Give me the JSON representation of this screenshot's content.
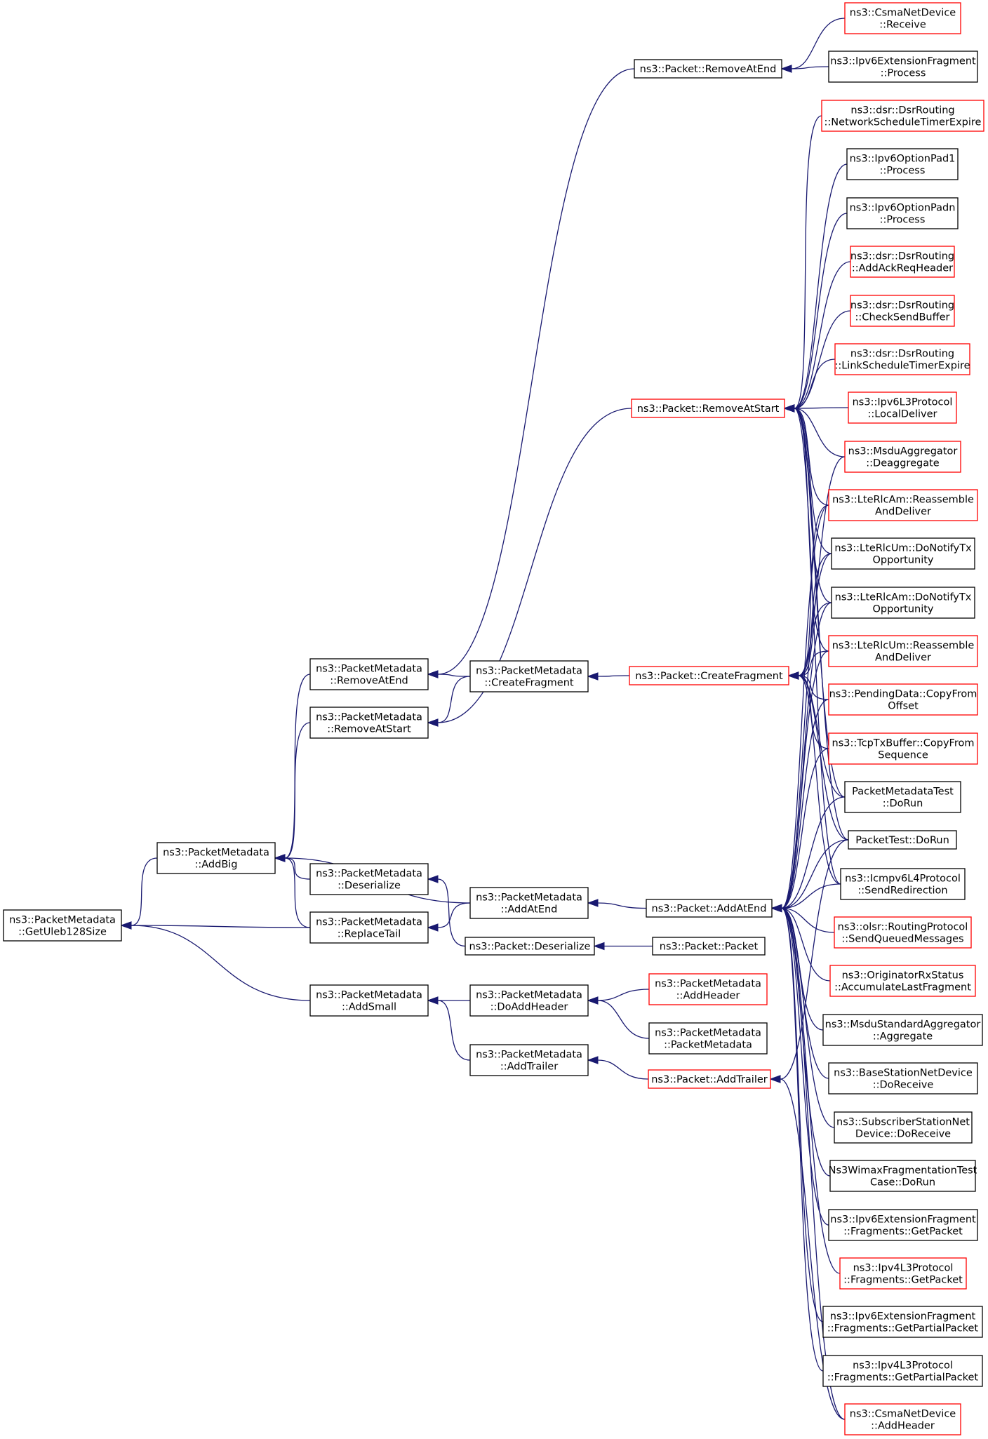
{
  "colors": {
    "edge": "#191970",
    "documented_border": "#000000",
    "undocumented_border": "#ff0000",
    "focus_fill": "#bfbfbf"
  },
  "graph": {
    "nodes": [
      {
        "id": "getuleb",
        "lines": [
          "ns3::PacketMetadata",
          "::GetUleb128Size"
        ],
        "style": "focus"
      },
      {
        "id": "addbig",
        "lines": [
          "ns3::PacketMetadata",
          "::AddBig"
        ],
        "style": "black"
      },
      {
        "id": "addsmall",
        "lines": [
          "ns3::PacketMetadata",
          "::AddSmall"
        ],
        "style": "black"
      },
      {
        "id": "replacetail",
        "lines": [
          "ns3::PacketMetadata",
          "::ReplaceTail"
        ],
        "style": "black"
      },
      {
        "id": "pm_deserialize",
        "lines": [
          "ns3::PacketMetadata",
          "::Deserialize"
        ],
        "style": "black"
      },
      {
        "id": "pm_removeatend",
        "lines": [
          "ns3::PacketMetadata",
          "::RemoveAtEnd"
        ],
        "style": "black"
      },
      {
        "id": "pm_removeatstart",
        "lines": [
          "ns3::PacketMetadata",
          "::RemoveAtStart"
        ],
        "style": "black"
      },
      {
        "id": "pm_createfragment",
        "lines": [
          "ns3::PacketMetadata",
          "::CreateFragment"
        ],
        "style": "black"
      },
      {
        "id": "pm_addatend",
        "lines": [
          "ns3::PacketMetadata",
          "::AddAtEnd"
        ],
        "style": "black"
      },
      {
        "id": "p_deserialize",
        "lines": [
          "ns3::Packet::Deserialize"
        ],
        "style": "black"
      },
      {
        "id": "pm_doaddheader",
        "lines": [
          "ns3::PacketMetadata",
          "::DoAddHeader"
        ],
        "style": "black"
      },
      {
        "id": "pm_addtrailer",
        "lines": [
          "ns3::PacketMetadata",
          "::AddTrailer"
        ],
        "style": "black"
      },
      {
        "id": "p_removeatend",
        "lines": [
          "ns3::Packet::RemoveAtEnd"
        ],
        "style": "black"
      },
      {
        "id": "p_removeatstart",
        "lines": [
          "ns3::Packet::RemoveAtStart"
        ],
        "style": "red"
      },
      {
        "id": "p_createfragment",
        "lines": [
          "ns3::Packet::CreateFragment"
        ],
        "style": "red"
      },
      {
        "id": "p_addatend",
        "lines": [
          "ns3::Packet::AddAtEnd"
        ],
        "style": "black"
      },
      {
        "id": "p_packet",
        "lines": [
          "ns3::Packet::Packet"
        ],
        "style": "black"
      },
      {
        "id": "pm_addheader",
        "lines": [
          "ns3::PacketMetadata",
          "::AddHeader"
        ],
        "style": "red"
      },
      {
        "id": "pm_packetmetadata",
        "lines": [
          "ns3::PacketMetadata",
          "::PacketMetadata"
        ],
        "style": "black"
      },
      {
        "id": "p_addtrailer",
        "lines": [
          "ns3::Packet::AddTrailer"
        ],
        "style": "red"
      },
      {
        "id": "csma_receive",
        "lines": [
          "ns3::CsmaNetDevice",
          "::Receive"
        ],
        "style": "red"
      },
      {
        "id": "ipv6frag_process",
        "lines": [
          "ns3::Ipv6ExtensionFragment",
          "::Process"
        ],
        "style": "black"
      },
      {
        "id": "dsr_netsched",
        "lines": [
          "ns3::dsr::DsrRouting",
          "::NetworkScheduleTimerExpire"
        ],
        "style": "red"
      },
      {
        "id": "pad1",
        "lines": [
          "ns3::Ipv6OptionPad1",
          "::Process"
        ],
        "style": "black"
      },
      {
        "id": "padn",
        "lines": [
          "ns3::Ipv6OptionPadn",
          "::Process"
        ],
        "style": "black"
      },
      {
        "id": "dsr_ackreq",
        "lines": [
          "ns3::dsr::DsrRouting",
          "::AddAckReqHeader"
        ],
        "style": "red"
      },
      {
        "id": "dsr_checksend",
        "lines": [
          "ns3::dsr::DsrRouting",
          "::CheckSendBuffer"
        ],
        "style": "red"
      },
      {
        "id": "dsr_linksched",
        "lines": [
          "ns3::dsr::DsrRouting",
          "::LinkScheduleTimerExpire"
        ],
        "style": "red"
      },
      {
        "id": "ipv6l3_localdeliver",
        "lines": [
          "ns3::Ipv6L3Protocol",
          "::LocalDeliver"
        ],
        "style": "red"
      },
      {
        "id": "msdu_deagg",
        "lines": [
          "ns3::MsduAggregator",
          "::Deaggregate"
        ],
        "style": "red"
      },
      {
        "id": "am_reassemble",
        "lines": [
          "ns3::LteRlcAm::Reassemble",
          "AndDeliver"
        ],
        "style": "red"
      },
      {
        "id": "um_notify",
        "lines": [
          "ns3::LteRlcUm::DoNotifyTx",
          "Opportunity"
        ],
        "style": "black"
      },
      {
        "id": "am_notify",
        "lines": [
          "ns3::LteRlcAm::DoNotifyTx",
          "Opportunity"
        ],
        "style": "black"
      },
      {
        "id": "um_reassemble",
        "lines": [
          "ns3::LteRlcUm::Reassemble",
          "AndDeliver"
        ],
        "style": "red"
      },
      {
        "id": "pending_copy",
        "lines": [
          "ns3::PendingData::CopyFrom",
          "Offset"
        ],
        "style": "red"
      },
      {
        "id": "tcptx_copy",
        "lines": [
          "ns3::TcpTxBuffer::CopyFrom",
          "Sequence"
        ],
        "style": "red"
      },
      {
        "id": "pmtest_run",
        "lines": [
          "PacketMetadataTest",
          "::DoRun"
        ],
        "style": "black"
      },
      {
        "id": "ptest_run",
        "lines": [
          "PacketTest::DoRun"
        ],
        "style": "black"
      },
      {
        "id": "icmp_redirect",
        "lines": [
          "ns3::Icmpv6L4Protocol",
          "::SendRedirection"
        ],
        "style": "black"
      },
      {
        "id": "olsr_queued",
        "lines": [
          "ns3::olsr::RoutingProtocol",
          "::SendQueuedMessages"
        ],
        "style": "red"
      },
      {
        "id": "orig_accum",
        "lines": [
          "ns3::OriginatorRxStatus",
          "::AccumulateLastFragment"
        ],
        "style": "red"
      },
      {
        "id": "msdustd_agg",
        "lines": [
          "ns3::MsduStandardAggregator",
          "::Aggregate"
        ],
        "style": "black"
      },
      {
        "id": "bs_receive",
        "lines": [
          "ns3::BaseStationNetDevice",
          "::DoReceive"
        ],
        "style": "black"
      },
      {
        "id": "ss_receive",
        "lines": [
          "ns3::SubscriberStationNet",
          "Device::DoReceive"
        ],
        "style": "black"
      },
      {
        "id": "wimax_run",
        "lines": [
          "Ns3WimaxFragmentationTest",
          "Case::DoRun"
        ],
        "style": "black"
      },
      {
        "id": "ipv6frag_getpacket",
        "lines": [
          "ns3::Ipv6ExtensionFragment",
          "::Fragments::GetPacket"
        ],
        "style": "black"
      },
      {
        "id": "ipv4_getpacket",
        "lines": [
          "ns3::Ipv4L3Protocol",
          "::Fragments::GetPacket"
        ],
        "style": "red"
      },
      {
        "id": "ipv6frag_getpartial",
        "lines": [
          "ns3::Ipv6ExtensionFragment",
          "::Fragments::GetPartialPacket"
        ],
        "style": "black"
      },
      {
        "id": "ipv4_getpartial",
        "lines": [
          "ns3::Ipv4L3Protocol",
          "::Fragments::GetPartialPacket"
        ],
        "style": "black"
      },
      {
        "id": "csma_addheader",
        "lines": [
          "ns3::CsmaNetDevice",
          "::AddHeader"
        ],
        "style": "red"
      }
    ]
  }
}
